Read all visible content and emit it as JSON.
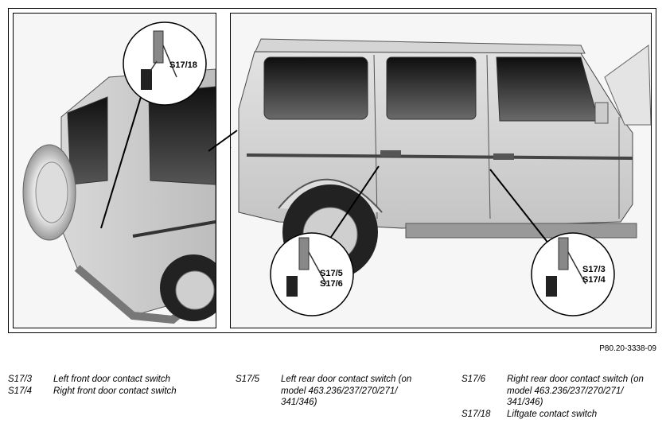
{
  "figure": {
    "reference_id": "P80.20-3338-09",
    "callouts": {
      "liftgate": "S17/18",
      "rear_door_a": "S17/5",
      "rear_door_b": "S17/6",
      "front_door_a": "S17/3",
      "front_door_b": "S17/4"
    }
  },
  "legend": {
    "col1": [
      {
        "code": "S17/3",
        "text": "Left front door contact switch"
      },
      {
        "code": "S17/4",
        "text": "Right front door contact switch"
      }
    ],
    "col2": [
      {
        "code": "S17/5",
        "text": "Left rear door contact switch (on model 463.236/237/270/271/ 341/346)"
      }
    ],
    "col3": [
      {
        "code": "S17/6",
        "text": "Right rear door contact switch (on model 463.236/237/270/271/ 341/346)"
      },
      {
        "code": "S17/18",
        "text": "Liftgate contact switch"
      }
    ]
  }
}
